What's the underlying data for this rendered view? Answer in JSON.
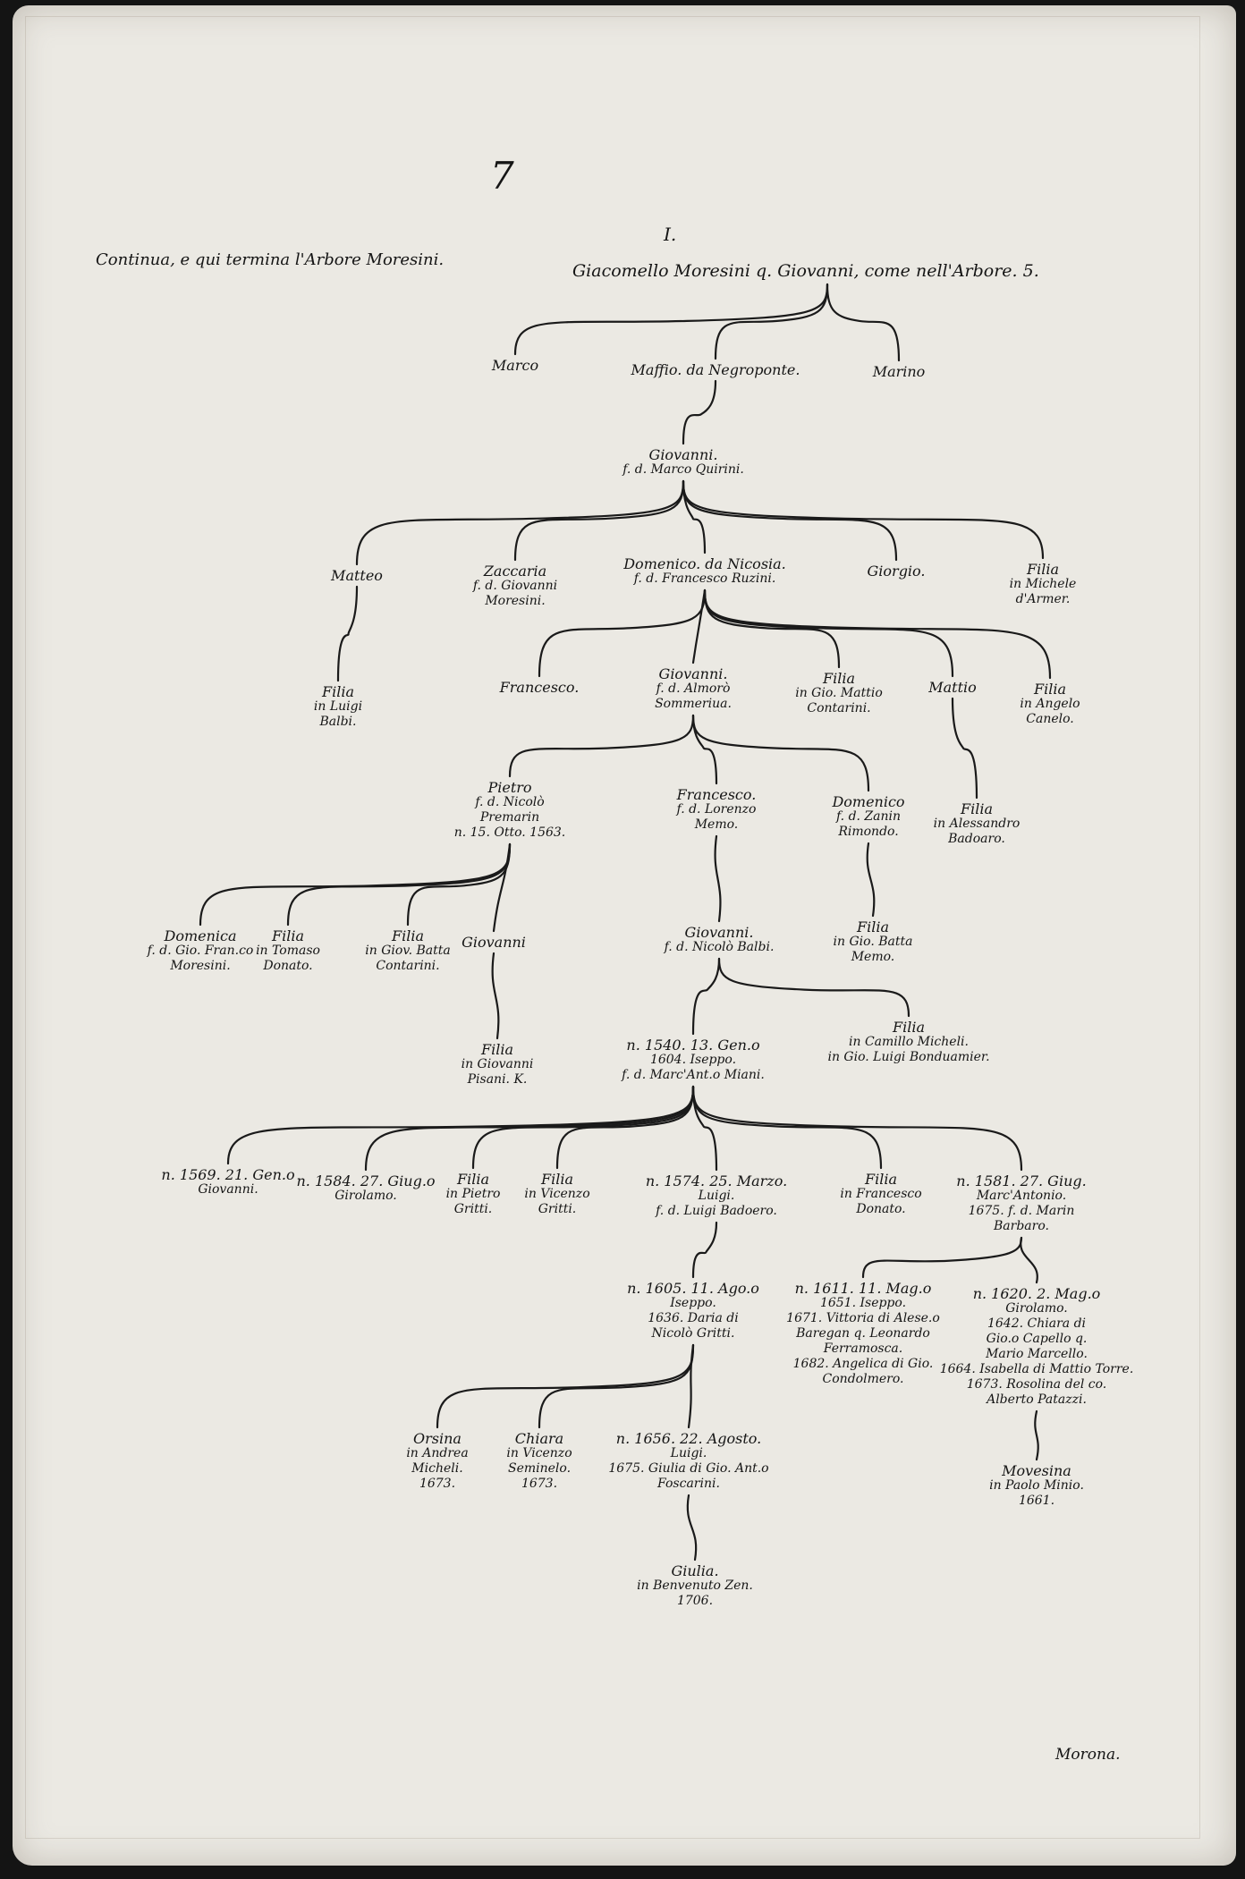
{
  "page_number": "7",
  "heading": "Continua, e qui termina l'Arbore Moresini.",
  "roman": "I.",
  "root": "Giacomello Moresini q. Giovanni, come nell'Arbore. 5.",
  "footer": "Morona.",
  "tree": {
    "nodes": [
      {
        "id": "marco",
        "parent": "root",
        "lines": [
          "Marco"
        ]
      },
      {
        "id": "maffio",
        "parent": "root",
        "lines": [
          "Maffio. da Negroponte."
        ]
      },
      {
        "id": "marino",
        "parent": "root",
        "lines": [
          "Marino"
        ]
      },
      {
        "id": "giovanni1",
        "parent": "maffio",
        "lines": [
          "Giovanni.",
          "f. d. Marco Quirini."
        ]
      },
      {
        "id": "matteo",
        "parent": "giovanni1",
        "lines": [
          "Matteo"
        ]
      },
      {
        "id": "zaccaria",
        "parent": "giovanni1",
        "lines": [
          "Zaccaria",
          "f. d. Giovanni",
          "Moresini."
        ]
      },
      {
        "id": "domenico1",
        "parent": "giovanni1",
        "lines": [
          "Domenico. da Nicosia.",
          "f. d. Francesco Ruzini."
        ]
      },
      {
        "id": "giorgio",
        "parent": "giovanni1",
        "lines": [
          "Giorgio."
        ]
      },
      {
        "id": "filia_armer",
        "parent": "giovanni1",
        "lines": [
          "Filia",
          "in Michele",
          "d'Armer."
        ]
      },
      {
        "id": "filia_balbi",
        "parent": "matteo",
        "lines": [
          "Filia",
          "in Luigi",
          "Balbi."
        ]
      },
      {
        "id": "francesco1",
        "parent": "domenico1",
        "lines": [
          "Francesco."
        ]
      },
      {
        "id": "giovanni2",
        "parent": "domenico1",
        "lines": [
          "Giovanni.",
          "f. d. Almorò",
          "Sommeriua."
        ]
      },
      {
        "id": "filia_contarini1",
        "parent": "domenico1",
        "lines": [
          "Filia",
          "in Gio. Mattio",
          "Contarini."
        ]
      },
      {
        "id": "mattio",
        "parent": "domenico1",
        "lines": [
          "Mattio"
        ]
      },
      {
        "id": "filia_canelo",
        "parent": "domenico1",
        "lines": [
          "Filia",
          "in Angelo",
          "Canelo."
        ]
      },
      {
        "id": "pietro",
        "parent": "giovanni2",
        "lines": [
          "Pietro",
          "f. d. Nicolò",
          "Premarin",
          "n. 15. Otto. 1563."
        ]
      },
      {
        "id": "francesco2",
        "parent": "giovanni2",
        "lines": [
          "Francesco.",
          "f. d. Lorenzo",
          "Memo."
        ]
      },
      {
        "id": "domenico2",
        "parent": "giovanni2",
        "lines": [
          "Domenico",
          "f. d. Zanin",
          "Rimondo."
        ]
      },
      {
        "id": "filia_badoaro",
        "parent": "mattio",
        "lines": [
          "Filia",
          "in Alessandro",
          "Badoaro."
        ]
      },
      {
        "id": "domenica",
        "parent": "pietro",
        "lines": [
          "Domenica",
          "f. d. Gio. Fran.co",
          "Moresini."
        ]
      },
      {
        "id": "filia_donato1",
        "parent": "pietro",
        "lines": [
          "Filia",
          "in Tomaso",
          "Donato."
        ]
      },
      {
        "id": "filia_contarini2",
        "parent": "pietro",
        "lines": [
          "Filia",
          "in Giov. Batta",
          "Contarini."
        ]
      },
      {
        "id": "giovanni3",
        "parent": "pietro",
        "lines": [
          "Giovanni"
        ]
      },
      {
        "id": "giovanni4",
        "parent": "francesco2",
        "lines": [
          "Giovanni.",
          "f. d. Nicolò Balbi."
        ]
      },
      {
        "id": "filia_memo",
        "parent": "domenico2",
        "lines": [
          "Filia",
          "in Gio. Batta",
          "Memo."
        ]
      },
      {
        "id": "filia_pisani",
        "parent": "giovanni3",
        "lines": [
          "Filia",
          "in Giovanni",
          "Pisani. K."
        ]
      },
      {
        "id": "iseppo1",
        "parent": "giovanni4",
        "lines": [
          "n. 1540. 13. Gen.o",
          "1604. Iseppo.",
          "f. d. Marc'Ant.o Miani."
        ]
      },
      {
        "id": "filia_micheli",
        "parent": "giovanni4",
        "lines": [
          "Filia",
          "in Camillo Micheli.",
          "in Gio. Luigi Bonduamier."
        ]
      },
      {
        "id": "giovanni5",
        "parent": "iseppo1",
        "lines": [
          "n. 1569. 21. Gen.o",
          "Giovanni."
        ]
      },
      {
        "id": "girolamo1",
        "parent": "iseppo1",
        "lines": [
          "n. 1584. 27. Giug.o",
          "Girolamo."
        ]
      },
      {
        "id": "filia_gritti1",
        "parent": "iseppo1",
        "lines": [
          "Filia",
          "in Pietro",
          "Gritti."
        ]
      },
      {
        "id": "filia_gritti2",
        "parent": "iseppo1",
        "lines": [
          "Filia",
          "in Vicenzo",
          "Gritti."
        ]
      },
      {
        "id": "luigi1",
        "parent": "iseppo1",
        "lines": [
          "n. 1574. 25. Marzo.",
          "Luigi.",
          "f. d. Luigi Badoero."
        ]
      },
      {
        "id": "filia_donato2",
        "parent": "iseppo1",
        "lines": [
          "Filia",
          "in Francesco",
          "Donato."
        ]
      },
      {
        "id": "marcantonio",
        "parent": "iseppo1",
        "lines": [
          "n. 1581. 27. Giug.",
          "Marc'Antonio.",
          "1675. f. d. Marin",
          "Barbaro."
        ]
      },
      {
        "id": "iseppo2",
        "parent": "luigi1",
        "lines": [
          "n. 1605. 11. Ago.o",
          "Iseppo.",
          "1636. Daria di",
          "Nicolò Gritti."
        ]
      },
      {
        "id": "iseppo3",
        "parent": "marcantonio",
        "lines": [
          "n. 1611. 11. Mag.o",
          "1651. Iseppo.",
          "1671. Vittoria di Alese.o",
          "Baregan q. Leonardo",
          "Ferramosca.",
          "1682. Angelica di Gio.",
          "Condolmero."
        ]
      },
      {
        "id": "girolamo2",
        "parent": "marcantonio",
        "lines": [
          "n. 1620. 2. Mag.o",
          "Girolamo.",
          "1642. Chiara di",
          "Gio.o Capello q.",
          "Mario Marcello.",
          "1664. Isabella di Mattio Torre.",
          "1673. Rosolina del co.",
          "Alberto Patazzi."
        ]
      },
      {
        "id": "orsina",
        "parent": "iseppo2",
        "lines": [
          "Orsina",
          "in Andrea",
          "Micheli.",
          "1673."
        ]
      },
      {
        "id": "chiara",
        "parent": "iseppo2",
        "lines": [
          "Chiara",
          "in Vicenzo",
          "Seminelo.",
          "1673."
        ]
      },
      {
        "id": "luigi2",
        "parent": "iseppo2",
        "lines": [
          "n. 1656. 22. Agosto.",
          "Luigi.",
          "1675. Giulia di Gio. Ant.o",
          "Foscarini."
        ]
      },
      {
        "id": "movesina",
        "parent": "girolamo2",
        "lines": [
          "Movesina",
          "in Paolo Minio.",
          "1661."
        ]
      },
      {
        "id": "giulia",
        "parent": "luigi2",
        "lines": [
          "Giulia.",
          "in Benvenuto Zen.",
          "1706."
        ]
      }
    ]
  }
}
